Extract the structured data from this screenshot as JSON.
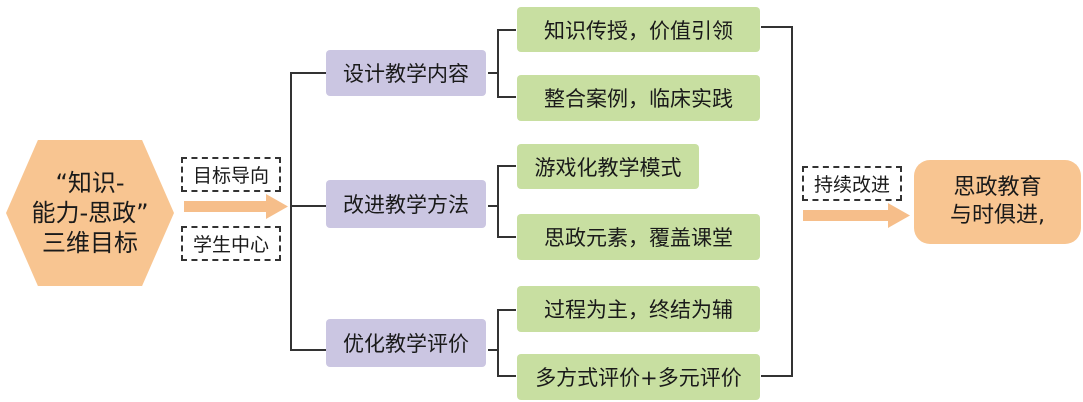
{
  "source": {
    "line1": "“知识-",
    "line2": "能力-思政”",
    "line3": "三维目标"
  },
  "guides": {
    "top": "目标导向",
    "bottom": "学生中心"
  },
  "strategies": [
    {
      "label": "设计教学内容",
      "items": [
        "知识传授，价值引领",
        "整合案例，临床实践"
      ]
    },
    {
      "label": "改进教学方法",
      "items": [
        "游戏化教学模式",
        "思政元素，覆盖课堂"
      ]
    },
    {
      "label": "优化教学评价",
      "items": [
        "过程为主，终结为辅",
        "多方式评价+多元评价"
      ]
    }
  ],
  "process": {
    "label": "持续改进"
  },
  "outcome": {
    "line1": "思政教育",
    "line2": "与时俱进,"
  },
  "colors": {
    "orange": "#f8c591",
    "lavender": "#cbc6e2",
    "green": "#c8dfa1",
    "arrow": "#f6be8a",
    "line": "#333333"
  }
}
